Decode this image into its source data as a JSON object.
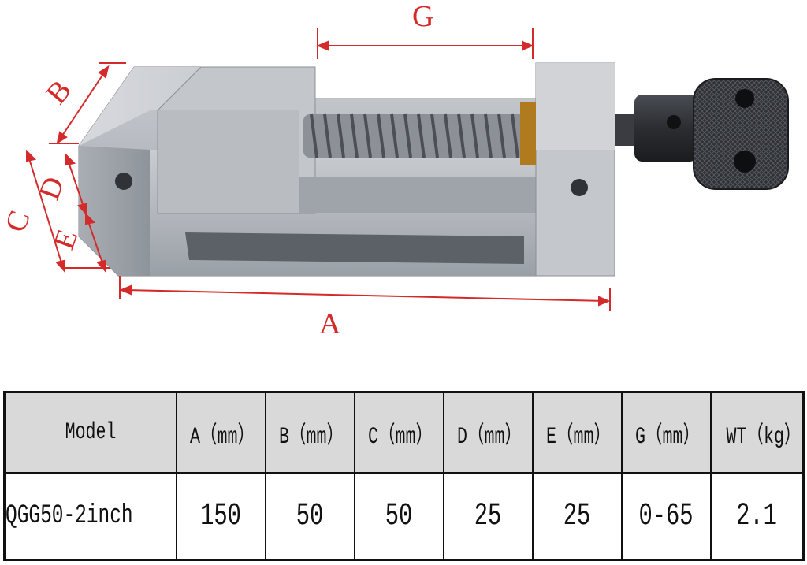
{
  "dimension_labels": {
    "a": "A",
    "b": "B",
    "c": "C",
    "d": "D",
    "e": "E",
    "g": "G"
  },
  "colors": {
    "dimension": "#d42a2a",
    "steel": "#b8bcc2",
    "steel_dark": "#6f747b",
    "knob": "#2b2d31",
    "brass": "#b07a1e",
    "header_bg": "#d9d9d9"
  },
  "table": {
    "headers": [
      "Model",
      "A（mm）",
      "B（mm）",
      "C（mm）",
      "D（mm）",
      "E（mm）",
      "G（mm）",
      "WT（kg）"
    ],
    "rows": [
      [
        "QGG50-2inch",
        "150",
        "50",
        "50",
        "25",
        "25",
        "0-65",
        "2.1"
      ]
    ]
  }
}
